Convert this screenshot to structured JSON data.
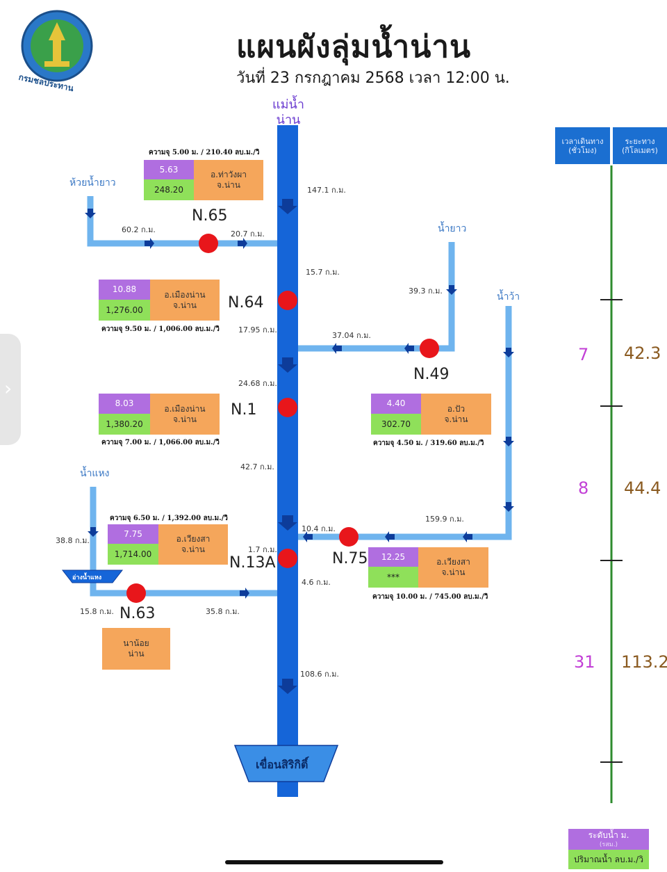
{
  "header": {
    "title": "แผนผังลุ่มน้ำน่าน",
    "subtitle": "วันที่ 23 กรกฎาคม 2568 เวลา 12:00 น.",
    "logo_text": "กรมชลประทาน"
  },
  "rivers": {
    "main": "แม่น้ำน่าน",
    "huai_nam_yao": "ห้วยน้ำยาว",
    "nam_yao": "น้ำยาว",
    "nam_wa": "น้ำว้า",
    "nam_haeng": "น้ำแหง",
    "reservoir_small": "อ่างน้ำแหง",
    "dam": "เขื่อนสิริกิติ์"
  },
  "distances": {
    "d1": "147.1 ก.ม.",
    "d2": "60.2 ก.ม.",
    "d3": "20.7 ก.ม.",
    "d4": "15.7 ก.ม.",
    "d5": "39.3 ก.ม.",
    "d6": "17.95 ก.ม.",
    "d7": "37.04 ก.ม.",
    "d8": "24.68 ก.ม.",
    "d9": "42.7 ก.ม.",
    "d10": "38.8 ก.ม.",
    "d11": "159.9 ก.ม.",
    "d12": "10.4 ก.ม.",
    "d13": "1.7 ก.ม.",
    "d14": "4.6 ก.ม.",
    "d15": "15.8 ก.ม.",
    "d16": "35.8 ก.ม.",
    "d17": "108.6 ก.ม."
  },
  "stations": {
    "n65": {
      "name": "N.65",
      "level": "5.63",
      "flow": "248.20",
      "location": "อ.ท่าวังผา\nจ.น่าน",
      "capacity": "ความจุ 5.00 ม. / 210.40 ลบ.ม./วิ"
    },
    "n64": {
      "name": "N.64",
      "level": "10.88",
      "flow": "1,276.00",
      "location": "อ.เมืองน่าน\nจ.น่าน",
      "capacity": "ความจุ 9.50 ม. / 1,006.00 ลบ.ม./วิ"
    },
    "n49": {
      "name": "N.49",
      "level": "4.40",
      "flow": "302.70",
      "location": "อ.ปัว\nจ.น่าน",
      "capacity": "ความจุ 4.50 ม. / 319.60 ลบ.ม./วิ"
    },
    "n1": {
      "name": "N.1",
      "level": "8.03",
      "flow": "1,380.20",
      "location": "อ.เมืองน่าน\nจ.น่าน",
      "capacity": "ความจุ 7.00 ม. / 1,066.00 ลบ.ม./วิ"
    },
    "n13a": {
      "name": "N.13A",
      "level": "7.75",
      "flow": "1,714.00",
      "location": "อ.เวียงสา\nจ.น่าน",
      "capacity": "ความจุ 6.50 ม. / 1,392.00 ลบ.ม./วิ"
    },
    "n75": {
      "name": "N.75",
      "level": "12.25",
      "flow": "***",
      "location": "อ.เวียงสา\nจ.น่าน",
      "capacity": "ความจุ 10.00 ม. / 745.00 ลบ.ม./วิ"
    },
    "n63": {
      "name": "N.63",
      "location": "นาน้อย\nน่าน"
    }
  },
  "timeline": {
    "header_time": "เวลาเดินทาง\n(ชั่วโมง)",
    "header_dist": "ระยะทาง\n(กิโลเมตร)",
    "rows": [
      {
        "hours": "7",
        "km": "42.3"
      },
      {
        "hours": "8",
        "km": "44.4"
      },
      {
        "hours": "31",
        "km": "113.2"
      }
    ]
  },
  "legend": {
    "level": "ระดับน้ำ ม.",
    "level_sub": "(รสม.)",
    "flow": "ปริมาณน้ำ ลบ.ม./วิ"
  },
  "colors": {
    "main_river": "#1565d8",
    "tributary": "#6fb4ee",
    "station_dot": "#e8161b",
    "timeline_line": "#2e8b2e"
  }
}
